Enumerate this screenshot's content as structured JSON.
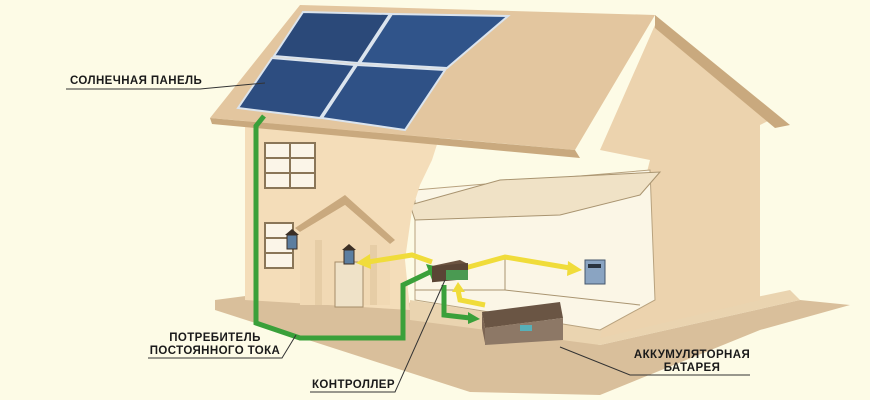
{
  "labels": {
    "solar_panel": "СОЛНЕЧНАЯ ПАНЕЛЬ",
    "consumer_line1": "ПОТРЕБИТЕЛЬ",
    "consumer_line2": "ПОСТОЯННОГО ТОКА",
    "controller": "КОНТРОЛЛЕР",
    "battery_line1": "АККУМУЛЯТОРНАЯ",
    "battery_line2": "БАТАРЕЯ"
  },
  "colors": {
    "background": "#fdfbe6",
    "wall": "#f3dcb8",
    "roof": "#e2c49c",
    "panel": "#2c4a7a",
    "dc_line": "#3aa03a",
    "load_arrow": "#f0dc3a"
  }
}
